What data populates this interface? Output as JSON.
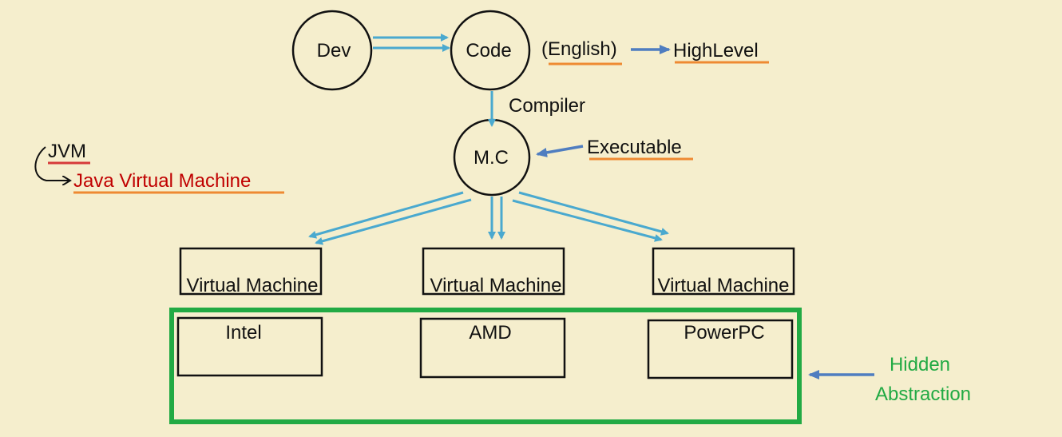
{
  "colors": {
    "background": "#f5eecd",
    "flow_arrow": "#4aa9cf",
    "pointer_arrow": "#4f7dc0",
    "underline_orange": "#ee8a32",
    "underline_red": "#d63a3a",
    "jvm_full_text": "#c00000",
    "hidden_box": "#22aa44",
    "hidden_text": "#22aa44",
    "text": "#111111"
  },
  "nodes": {
    "dev": "Dev",
    "code": "Code",
    "mc": "M.C"
  },
  "labels": {
    "english": "(English)",
    "high_level": "HighLevel",
    "compiler": "Compiler",
    "executable": "Executable",
    "jvm": "JVM",
    "jvm_full": "Java Virtual Machine",
    "hidden_line1": "Hidden",
    "hidden_line2": "Abstraction"
  },
  "virtual_machines": [
    "Virtual Machine",
    "Virtual Machine",
    "Virtual Machine"
  ],
  "processors": [
    "Intel",
    "AMD",
    "PowerPC"
  ]
}
